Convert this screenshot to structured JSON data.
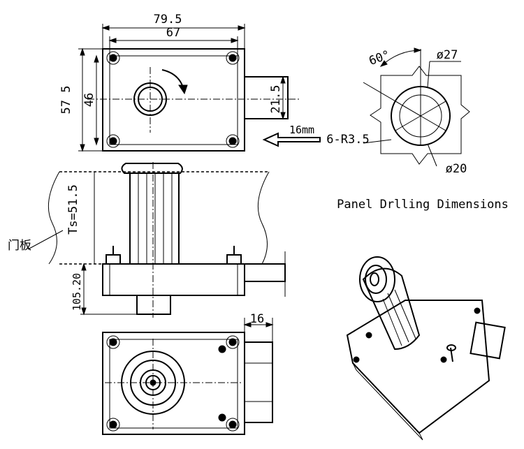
{
  "dimensions": {
    "width_outer": "79.5",
    "width_inner": "67",
    "height_outer": "57 5",
    "height_inner": "46",
    "cam_height": "21.5",
    "depth_16mm": "16mm",
    "angle": "60°",
    "dia_27": "ø27",
    "radius": "6-R3.5",
    "dia_20": "ø20",
    "thickness": "Ts=51.5",
    "height_105": "105.20",
    "width_16": "16"
  },
  "labels": {
    "door_panel": "门板",
    "panel_title": "Panel Drlling Dimensions"
  }
}
